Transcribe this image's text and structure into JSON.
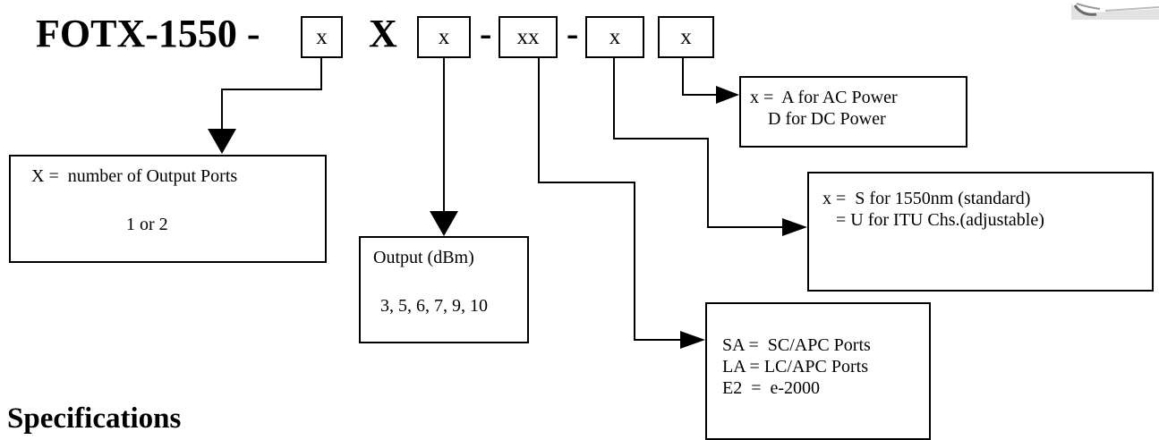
{
  "title": {
    "prefix": "FOTX-1550 -",
    "separator": "X",
    "dash": "-"
  },
  "code_boxes": [
    "x",
    "x",
    "xx",
    "x",
    "x"
  ],
  "option_boxes": {
    "ports": {
      "line1": "X =  number of Output Ports",
      "line2": "1 or 2"
    },
    "output": {
      "line1": "Output (dBm)",
      "line2": "3, 5, 6, 7, 9, 10"
    },
    "connectors": {
      "line1": "SA =  SC/APC Ports",
      "line2": "LA = LC/APC Ports",
      "line3": "E2  =  e-2000"
    },
    "wavelength": {
      "line1": "x =  S for 1550nm (standard)",
      "line2": "   = U for ITU Chs.(adjustable)"
    },
    "power": {
      "line1": "x =  A for AC Power",
      "line2": "    D for DC Power"
    }
  },
  "section_heading": "Specifications",
  "colors": {
    "ink": "#000000",
    "background": "#ffffff"
  }
}
